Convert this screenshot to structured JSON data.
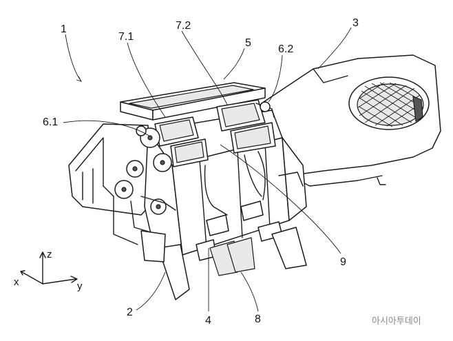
{
  "labels": {
    "assembly": "1",
    "housing_base": "2",
    "duct_arm": "3",
    "module_front": "4",
    "top_frame": "5",
    "actuator_left": "6.1",
    "actuator_right": "6.2",
    "flap_left": "7.1",
    "flap_right": "7.2",
    "foot_part": "8",
    "channel": "9"
  },
  "axes": {
    "z": "z",
    "x": "x",
    "y": "y"
  },
  "watermark": "아시아투데이"
}
